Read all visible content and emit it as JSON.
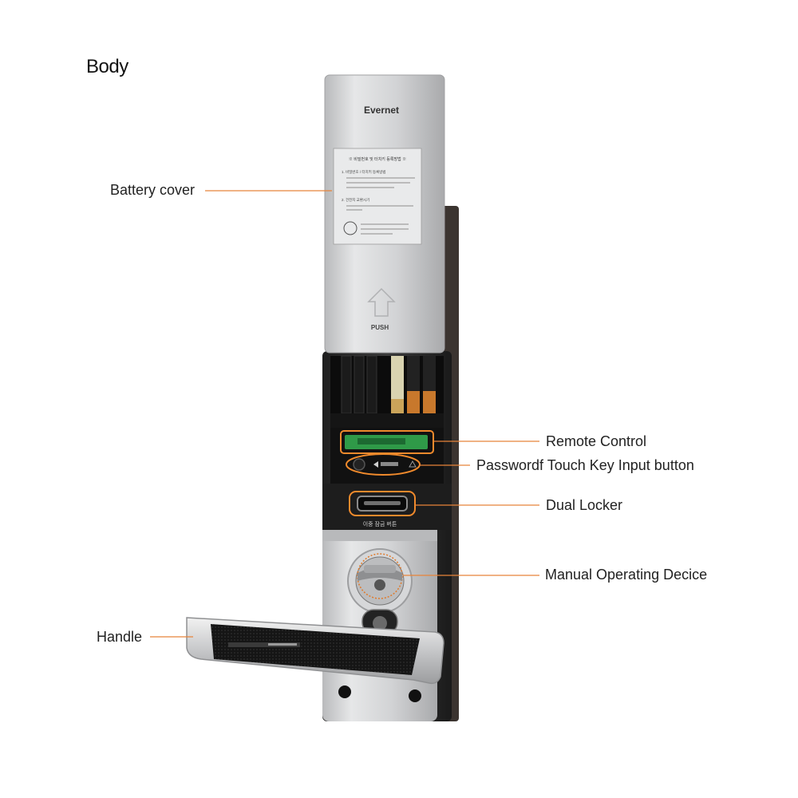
{
  "title": "Body",
  "device": {
    "brand": "Evernet",
    "push_label": "PUSH",
    "cover_heading": "※ 비밀번호 및 터치키 등록방법 ※",
    "cover_line_1": "1. 비밀번호 / 터치키 등록방법",
    "cover_line_2": "2. 건전지 교환시기",
    "locker_caption": "이중 잠금 버튼"
  },
  "callouts": {
    "battery_cover": "Battery cover",
    "handle": "Handle",
    "remote_control": "Remote Control",
    "password_button": "Passwordf Touch Key Input button",
    "dual_locker": "Dual Locker",
    "manual_device": "Manual Operating Decice"
  },
  "colors": {
    "leader": "#e8843a",
    "highlight": "#f08a2c",
    "silver": "#c9cacc",
    "body_dark": "#2a2a2a"
  }
}
